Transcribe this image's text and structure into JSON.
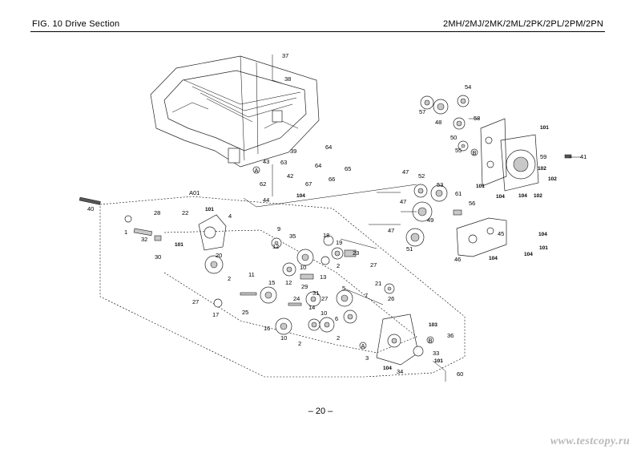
{
  "header": {
    "figure_title": "FIG.  10  Drive Section",
    "models": "2MH/2MJ/2MK/2ML/2PK/2PL/2PM/2PN"
  },
  "page_number": "– 20 –",
  "watermark": "www.testcopy.ru",
  "group_label": "A01",
  "callouts": [
    "37",
    "38",
    "54",
    "57",
    "48",
    "58",
    "50",
    "55",
    "101",
    "41",
    "59",
    "102",
    "102",
    "39",
    "64",
    "43",
    "63",
    "65",
    "64",
    "42",
    "66",
    "67",
    "104",
    "62",
    "47",
    "52",
    "53",
    "61",
    "44",
    "101",
    "104",
    "102",
    "47",
    "56",
    "49",
    "104",
    "40",
    "28",
    "22",
    "101",
    "4",
    "45",
    "47",
    "104",
    "51",
    "101",
    "1",
    "32",
    "9",
    "35",
    "18",
    "19",
    "46",
    "104",
    "104",
    "101",
    "30",
    "12",
    "10",
    "20",
    "23",
    "2",
    "11",
    "27",
    "2",
    "12",
    "13",
    "15",
    "29",
    "27",
    "5",
    "21",
    "27",
    "24",
    "31",
    "7",
    "26",
    "17",
    "25",
    "14",
    "10",
    "103",
    "16",
    "6",
    "36",
    "10",
    "2",
    "2",
    "3",
    "104",
    "34",
    "33",
    "101",
    "60"
  ],
  "markers": [
    "A",
    "B",
    "A",
    "B"
  ]
}
